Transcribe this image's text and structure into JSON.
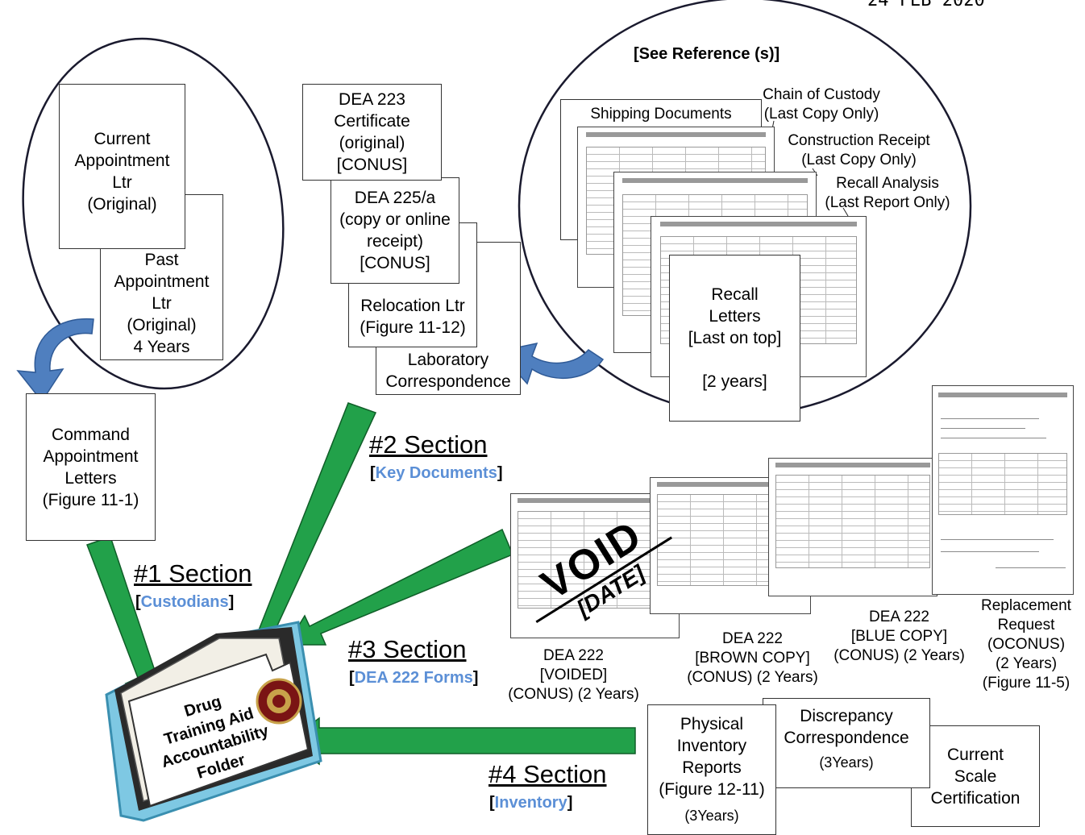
{
  "header": {
    "date": "24 FEB 2020"
  },
  "reference": {
    "label": "[See Reference (s)]"
  },
  "colors": {
    "arrow_green": "#22a14a",
    "curve_arrow_blue": "#4f7fbf",
    "link_blue": "#5b8fd6",
    "folder_outline": "#7ec8e3"
  },
  "folder": {
    "label": "Drug\nTraining Aid\nAccountability\nFolder",
    "seal": "marine-corps-seal"
  },
  "sections": [
    {
      "title": "#1 Section",
      "bracket_open": "[",
      "link": "Custodians",
      "bracket_close": "]"
    },
    {
      "title": "#2 Section",
      "bracket_open": "[",
      "link": "Key Documents",
      "bracket_close": "]"
    },
    {
      "title": "#3 Section",
      "bracket_open": "[",
      "link": "DEA 222 Forms",
      "bracket_close": "]"
    },
    {
      "title": "#4 Section",
      "bracket_open": "[",
      "link": "Inventory",
      "bracket_close": "]"
    }
  ],
  "custodians": {
    "current": "Current\nAppointment\nLtr\n(Original)",
    "past": "Past\nAppointment\nLtr\n(Original)\n4 Years",
    "command": "Command\nAppointment\nLetters\n(Figure 11-1)"
  },
  "key_documents": {
    "dea223": "DEA 223\nCertificate\n(original)\n[CONUS]",
    "dea225": "DEA 225/a\n(copy or online\nreceipt)\n[CONUS]",
    "relocation": "Relocation Ltr\n(Figure 11-12)",
    "laboratory": "Laboratory\nCorrespondence"
  },
  "reference_docs": {
    "shipping": "Shipping Documents",
    "chain": "Chain of Custody\n(Last Copy Only)",
    "construction": "Construction Receipt\n(Last Copy Only)",
    "recall_analysis": "Recall Analysis\n(Last Report Only)",
    "recall_letters": "Recall\nLetters\n[Last on top]\n\n[2 years]"
  },
  "dea222": {
    "void_stamp": "VOID",
    "date_stamp": "[DATE]",
    "voided": "DEA 222\n[VOIDED]\n(CONUS) (2 Years)",
    "brown": "DEA 222\n[BROWN COPY]\n(CONUS) (2 Years)",
    "blue": "DEA 222\n[BLUE COPY]\n(CONUS) (2 Years)",
    "replacement": "Replacement\nRequest\n(OCONUS)\n(2 Years)\n(Figure 11-5)"
  },
  "inventory": {
    "physical": "Physical\nInventory\nReports\n(Figure 12-11)",
    "physical_years": "(3Years)",
    "discrepancy": "Discrepancy\nCorrespondence",
    "discrepancy_years": "(3Years)",
    "scale": "Current\nScale\nCertification"
  }
}
